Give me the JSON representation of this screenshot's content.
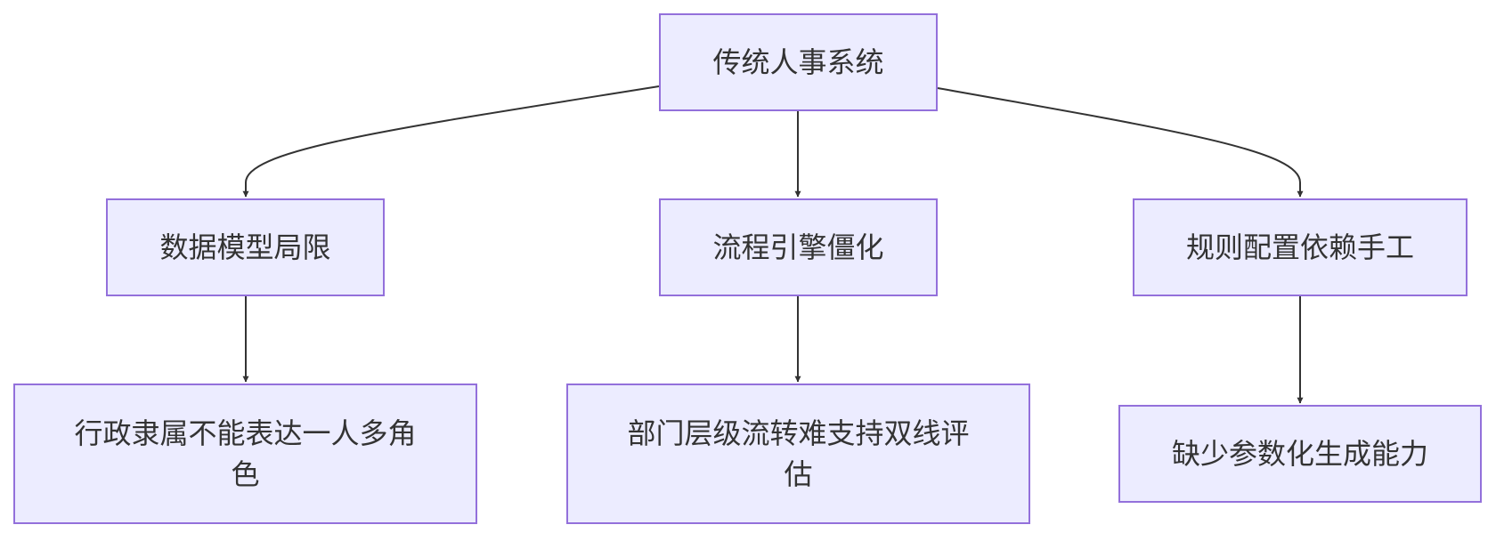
{
  "nodes": {
    "root": "传统人事系统",
    "data_model": "数据模型局限",
    "flow_engine": "流程引擎僵化",
    "rule_config": "规则配置依赖手工",
    "admin_roles": "行政隶属不能表达一人多角色",
    "dept_eval": "部门层级流转难支持双线评估",
    "param_gen": "缺少参数化生成能力"
  },
  "colors": {
    "node_fill": "#ececff",
    "node_border": "#9370db",
    "edge": "#333333",
    "text": "#333333"
  }
}
